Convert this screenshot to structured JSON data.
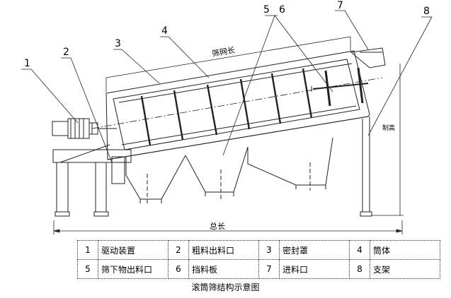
{
  "callouts": [
    "1",
    "2",
    "3",
    "4",
    "5",
    "6",
    "7",
    "8"
  ],
  "dimensions": {
    "screen_length": "筛网长",
    "total_length": "总长",
    "height_note": "制高"
  },
  "legend": [
    [
      {
        "num": "1",
        "label": "驱动装置"
      },
      {
        "num": "2",
        "label": "粗料出料口"
      },
      {
        "num": "3",
        "label": "密封罩"
      },
      {
        "num": "4",
        "label": "筒体"
      }
    ],
    [
      {
        "num": "5",
        "label": "筛下物出料口"
      },
      {
        "num": "6",
        "label": "挡料板"
      },
      {
        "num": "7",
        "label": "进料口"
      },
      {
        "num": "8",
        "label": "支架"
      }
    ]
  ],
  "caption": "滚筒筛结构示意图"
}
